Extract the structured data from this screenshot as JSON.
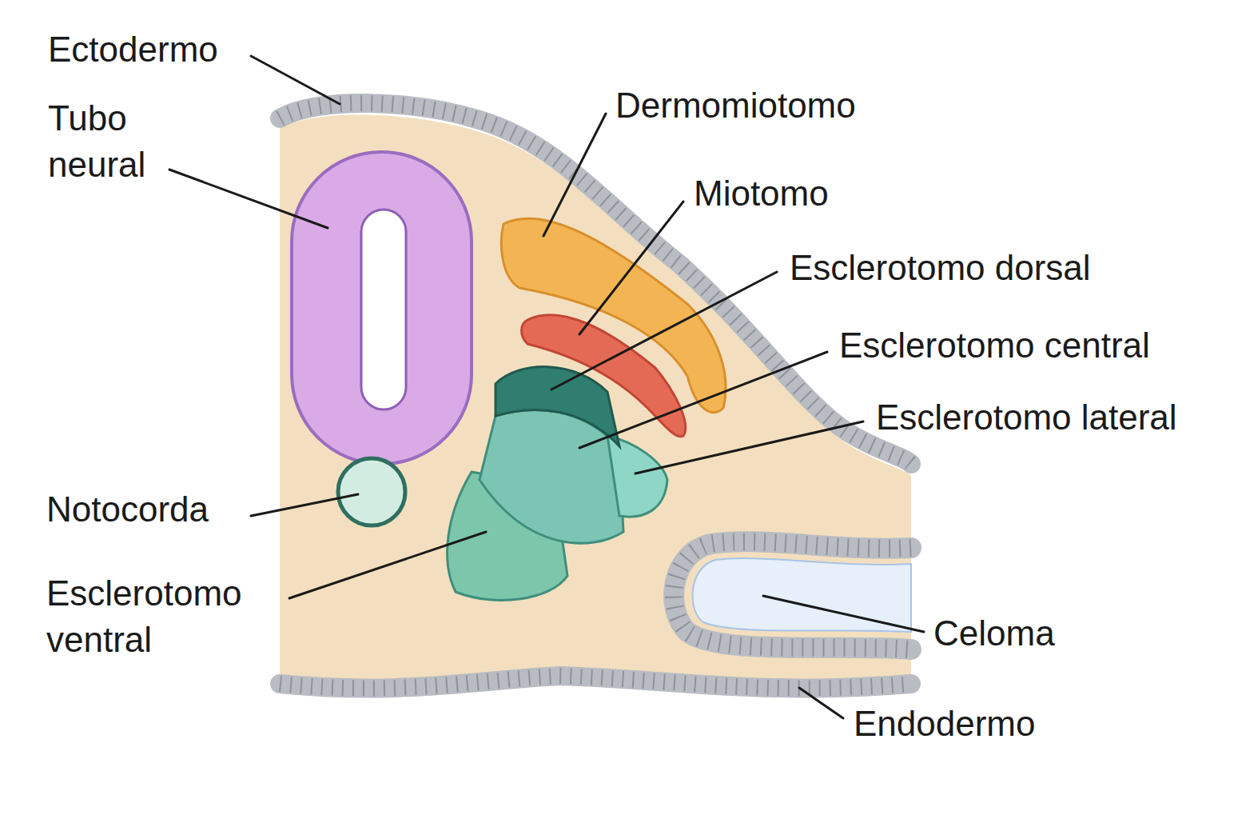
{
  "diagram": {
    "labels": [
      "Ectodermo",
      "Tubo neural",
      "Dermomiotomo",
      "Miotomo",
      "Esclerotomo dorsal",
      "Esclerotomo central",
      "Esclerotomo lateral",
      "Notocorda",
      "Esclerotomo ventral",
      "Celoma",
      "Endodermo"
    ]
  }
}
